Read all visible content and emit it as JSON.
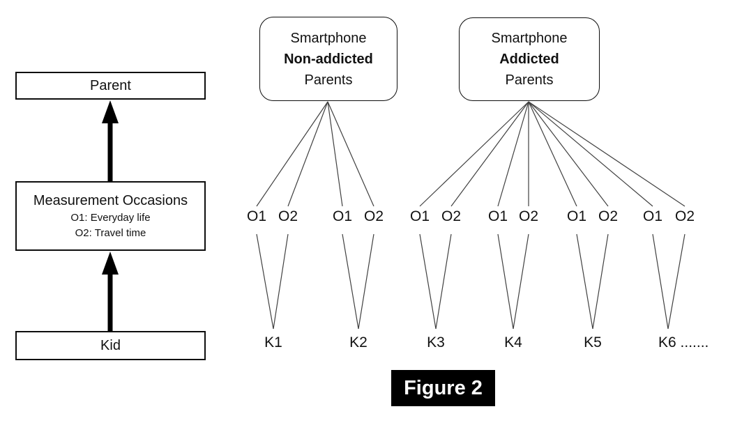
{
  "caption": "Figure 2",
  "left_flow": {
    "parent_label": "Parent",
    "measurement": {
      "title": "Measurement Occasions",
      "o1_desc": "O1: Everyday life",
      "o2_desc": "O2: Travel time"
    },
    "kid_label": "Kid"
  },
  "groups": [
    {
      "line1": "Smartphone",
      "line2": "Non-addicted",
      "line3": "Parents"
    },
    {
      "line1": "Smartphone",
      "line2": "Addicted",
      "line3": "Parents"
    }
  ],
  "pairs": [
    {
      "o1": "O1",
      "o2": "O2",
      "kid": "K1"
    },
    {
      "o1": "O1",
      "o2": "O2",
      "kid": "K2"
    },
    {
      "o1": "O1",
      "o2": "O2",
      "kid": "K3"
    },
    {
      "o1": "O1",
      "o2": "O2",
      "kid": "K4"
    },
    {
      "o1": "O1",
      "o2": "O2",
      "kid": "K5"
    },
    {
      "o1": "O1",
      "o2": "O2",
      "kid": "K6 ......."
    }
  ],
  "colors": {
    "line": "#404040",
    "border": "#0d0d0d",
    "arrow": "#000000",
    "caption_bg": "#000000",
    "caption_text": "#ffffff"
  }
}
